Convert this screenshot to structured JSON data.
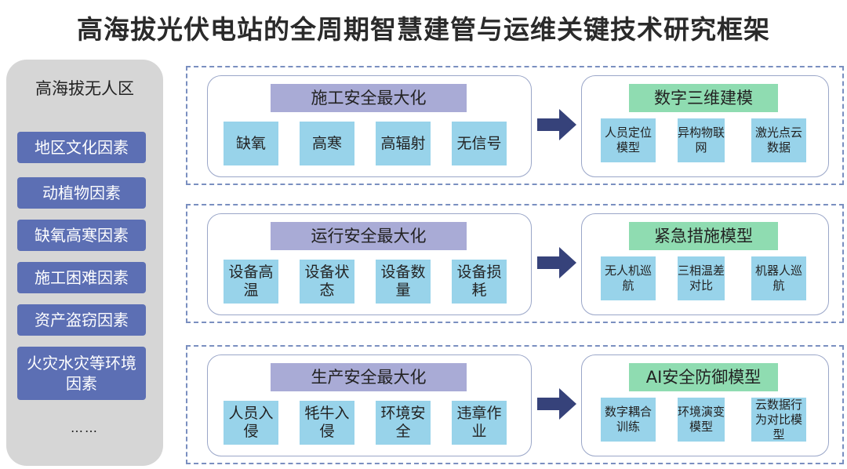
{
  "title": "高海拔光伏电站的全周期智慧建管与运维关键技术研究框架",
  "sidebar": {
    "heading": "高海拔无人区",
    "items": [
      "地区文化因素",
      "动植物因素",
      "缺氧高寒因素",
      "施工困难因素",
      "资产盗窃因素",
      "火灾水灾等环境因素"
    ],
    "ellipsis": "……"
  },
  "sections": [
    {
      "left": {
        "heading": "施工安全最大化",
        "boxes": [
          "缺氧",
          "高寒",
          "高辐射",
          "无信号"
        ]
      },
      "right": {
        "heading": "数字三维建模",
        "boxes": [
          "人员定位模型",
          "异构物联网",
          "激光点云数据"
        ]
      }
    },
    {
      "left": {
        "heading": "运行安全最大化",
        "boxes": [
          "设备高温",
          "设备状态",
          "设备数量",
          "设备损耗"
        ]
      },
      "right": {
        "heading": "紧急措施模型",
        "boxes": [
          "无人机巡航",
          "三相温差对比",
          "机器人巡航"
        ]
      }
    },
    {
      "left": {
        "heading": "生产安全最大化",
        "boxes": [
          "人员入侵",
          "牦牛入侵",
          "环境安全",
          "违章作业"
        ]
      },
      "right": {
        "heading": "AI安全防御模型",
        "boxes": [
          "数字耦合训练",
          "环境演变模型",
          "云数据行为对比模型"
        ]
      }
    }
  ],
  "colors": {
    "sidebar_bg": "#d6d6d6",
    "sidebar_item": "#5c6fb4",
    "left_heading": "#a9abd6",
    "right_heading": "#8fdcb1",
    "box": "#98d3ea",
    "arrow": "#36427a",
    "dashed_border": "#7a8fc0"
  }
}
